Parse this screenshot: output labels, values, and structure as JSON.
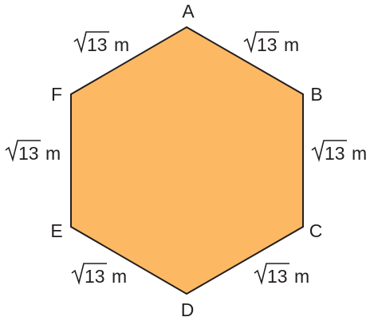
{
  "figure": {
    "shape_fill": "#fdb863",
    "shape_stroke": "#231f20",
    "vertices": [
      {
        "id": "A",
        "label": "A"
      },
      {
        "id": "B",
        "label": "B"
      },
      {
        "id": "C",
        "label": "C"
      },
      {
        "id": "D",
        "label": "D"
      },
      {
        "id": "E",
        "label": "E"
      },
      {
        "id": "F",
        "label": "F"
      }
    ],
    "sides": [
      {
        "between": "A-B",
        "radicand": "13",
        "unit": "m"
      },
      {
        "between": "B-C",
        "radicand": "13",
        "unit": "m"
      },
      {
        "between": "C-D",
        "radicand": "13",
        "unit": "m"
      },
      {
        "between": "D-E",
        "radicand": "13",
        "unit": "m"
      },
      {
        "between": "E-F",
        "radicand": "13",
        "unit": "m"
      },
      {
        "between": "F-A",
        "radicand": "13",
        "unit": "m"
      }
    ]
  }
}
